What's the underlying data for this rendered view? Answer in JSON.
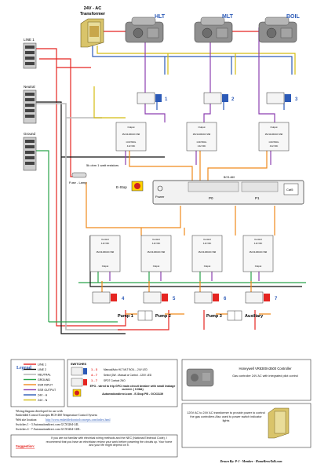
{
  "colors": {
    "line1": "#e52521",
    "line2": "#111111",
    "neutral": "#ffffff",
    "ground": "#2aa34a",
    "ssr_input": "#f08a1c",
    "ssr_output": "#8c3fb0",
    "v24": "#2c5ab7",
    "v24n": "#d4bc12"
  },
  "header": {
    "transformer_title": "24V - AC",
    "transformer_sub": "Transformer"
  },
  "valves": [
    {
      "label": "HLT"
    },
    {
      "label": "MLT"
    },
    {
      "label": "BOIL"
    }
  ],
  "rails": {
    "line1": "LINE 1",
    "line2": "Neutral",
    "ground": "Ground"
  },
  "relay_top": {
    "title": "Output",
    "rating": "25A  90-480VAC  SSR",
    "sub": "CONTROL",
    "voltage": "3-32 VDC"
  },
  "relay_bottom": {
    "title": "Control",
    "voltage": "3-32 VDC",
    "rating": "25A  90-480VAC  SSR",
    "sub": "Output"
  },
  "switch_numbers": [
    "1",
    "2",
    "3",
    "4",
    "5",
    "6",
    "7"
  ],
  "fuse": {
    "resistor": "5k ohm 1 watt resistors",
    "label": "Fuse - Lamp"
  },
  "estop": "E-Stop",
  "bcs": {
    "title": "BCS-460",
    "power": "Power",
    "p0": "P0",
    "p1": "P1",
    "cat5": "Cat5"
  },
  "pumps": [
    "Pump 1",
    "Pump 2",
    "Pump 3",
    "Auxiliary"
  ],
  "legend": {
    "heading": "Legend",
    "items": [
      {
        "name": "LINE 1"
      },
      {
        "name": "LINE 2"
      },
      {
        "name": "NEUTRAL"
      },
      {
        "name": "GROUND"
      },
      {
        "name": "SSR INPUT"
      },
      {
        "name": "SSR OUTPUT"
      },
      {
        "name": "24V - H"
      },
      {
        "name": "24V - N"
      }
    ]
  },
  "switches_box": {
    "title": "SWITCHES",
    "rows": [
      {
        "num": "1 - 3",
        "text": "Manual/Auto   HLT MLT BOIL – 24V LED"
      },
      {
        "num": "4 - 7",
        "text": "Select (3W - Manual or Control - 120V LED"
      },
      {
        "num": "1 - 7",
        "text": "SPDT Contact 2NO"
      }
    ],
    "epo": "EPO - wired to trip GFCI main circuit breaker with small leakage current. ( 0.08A)",
    "epo_part": "Automationdirect.com - E-Stop PB - GCX3139"
  },
  "valve_note": {
    "title": "Honeywell VR8300A3500 Controller",
    "text": "Gas controller 24V AC with integrated pilot control"
  },
  "transformer_note": {
    "text": "120V AC to 24V AC transformer to provide power to control the gas controllers Also used to power switch indicator lights"
  },
  "credits": {
    "l1": "Wiring diagram developed for use with",
    "l2": "Embedded Control Concepts BCS-460 Temperature Control System",
    "l3": "Web site location:",
    "l3_link": "http://www.embeddedcontrolconcepts.com/index.html",
    "l4": "Switches 1 - 3   Automationdirect.com    GCX3264-24L",
    "l5": "Switches 4 - 7   Automationdirect.com    GCX3264-120L"
  },
  "suggestion": {
    "label": "Suggestion:",
    "text": "If you are not familiar with electrical wiring methods and the NEC (National Electrical Code), I recommend that you have an electrician review your work before powering the circuits up. Your home and your life might depend on it."
  },
  "author": "Drawn By: P-J - Member - HomeBrewTalk.com"
}
